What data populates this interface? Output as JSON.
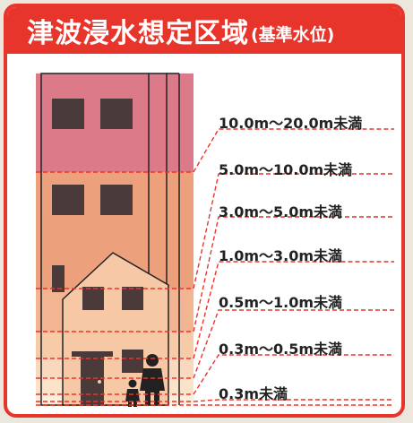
{
  "title": {
    "main": "津波浸水想定区域",
    "sub": "(基準水位)"
  },
  "levels": [
    {
      "label": "10.0m〜20.0m未満",
      "color": "#dc7a8a"
    },
    {
      "label": "5.0m〜10.0m未満",
      "color": "#eda07c"
    },
    {
      "label": "3.0m〜5.0m未満",
      "color": "#f2b491"
    },
    {
      "label": "1.0m〜3.0m未満",
      "color": "#f7cba8"
    },
    {
      "label": "0.5m〜1.0m未満",
      "color": "#f9d8bd"
    },
    {
      "label": "0.3m〜0.5m未満",
      "color": "#fbe3c9"
    },
    {
      "label": "0.3m未満",
      "color": "#fdeedb"
    }
  ],
  "colors": {
    "accent": "#e8352c",
    "dash": "#e8352c",
    "building_outline": "#222222",
    "window": "#4a3a3a"
  },
  "icons": [
    "adult-figure-icon",
    "child-figure-icon",
    "building-icon",
    "house-icon"
  ]
}
